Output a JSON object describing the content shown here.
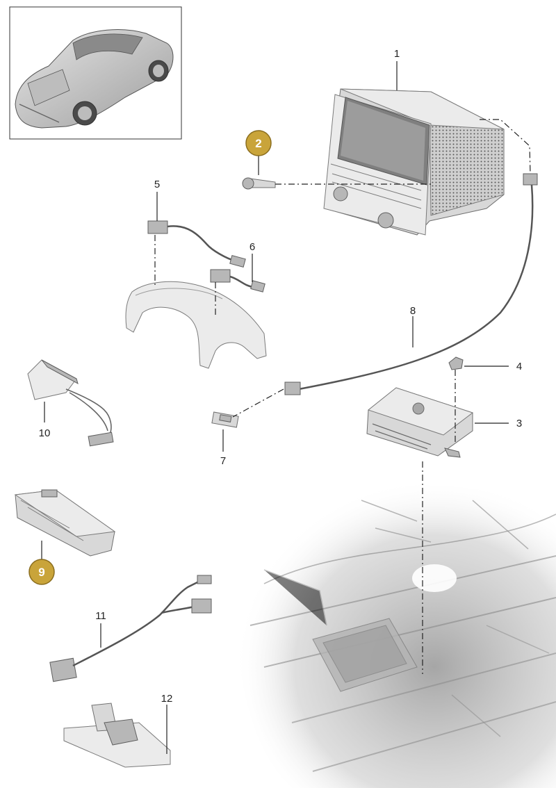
{
  "colors": {
    "badge_fill": "#c9a43a",
    "badge_stroke": "#8a6d1e",
    "badge_text": "#ffffff"
  },
  "callouts": [
    {
      "id": "1",
      "label": "1"
    },
    {
      "id": "2",
      "label": "2",
      "highlighted": true
    },
    {
      "id": "3",
      "label": "3"
    },
    {
      "id": "4",
      "label": "4"
    },
    {
      "id": "5",
      "label": "5"
    },
    {
      "id": "6",
      "label": "6"
    },
    {
      "id": "7",
      "label": "7"
    },
    {
      "id": "8",
      "label": "8"
    },
    {
      "id": "9",
      "label": "9",
      "highlighted": true
    },
    {
      "id": "10",
      "label": "10"
    },
    {
      "id": "11",
      "label": "11"
    },
    {
      "id": "12",
      "label": "12"
    }
  ]
}
